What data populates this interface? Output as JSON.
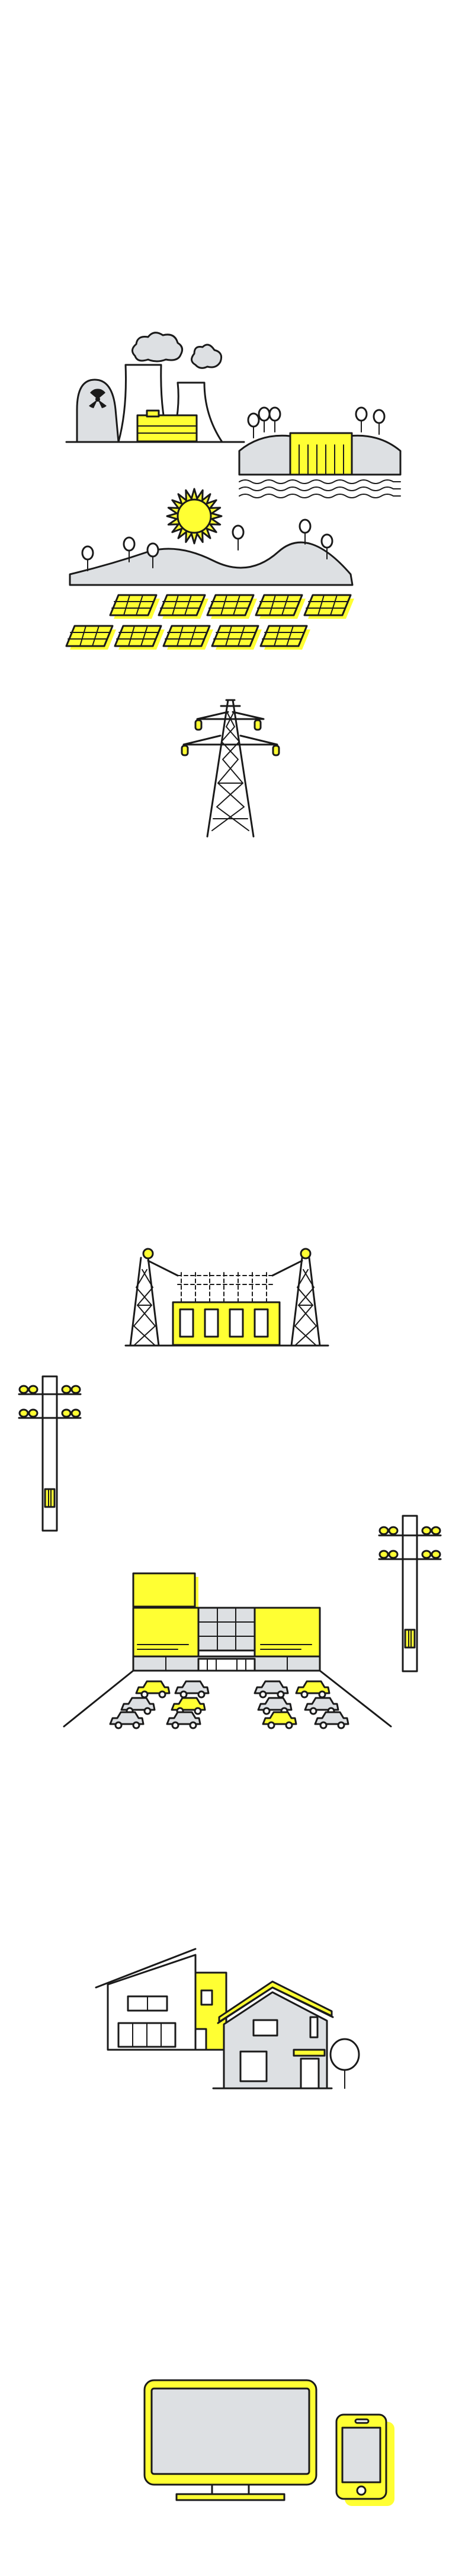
{
  "illustration": {
    "accent_color": "#ffff33",
    "fill_color": "#dde0e3",
    "line_color": "#1a1a1a",
    "background_color": "#ffffff",
    "scenes": [
      {
        "id": "power-generation",
        "icons": [
          "nuclear-plant-icon",
          "thermal-plant-icon",
          "hydro-dam-icon",
          "sun-icon",
          "solar-panel-icon",
          "tree-icon"
        ]
      },
      {
        "id": "transmission",
        "icons": [
          "transmission-tower-icon"
        ]
      },
      {
        "id": "substation",
        "icons": [
          "substation-icon",
          "transmission-tower-icon"
        ]
      },
      {
        "id": "distribution",
        "icons": [
          "utility-pole-icon"
        ]
      },
      {
        "id": "commercial",
        "icons": [
          "shopping-mall-icon",
          "car-icon"
        ]
      },
      {
        "id": "residential",
        "icons": [
          "house-icon",
          "tree-icon"
        ]
      },
      {
        "id": "devices",
        "icons": [
          "monitor-icon",
          "smartphone-icon"
        ]
      }
    ]
  }
}
